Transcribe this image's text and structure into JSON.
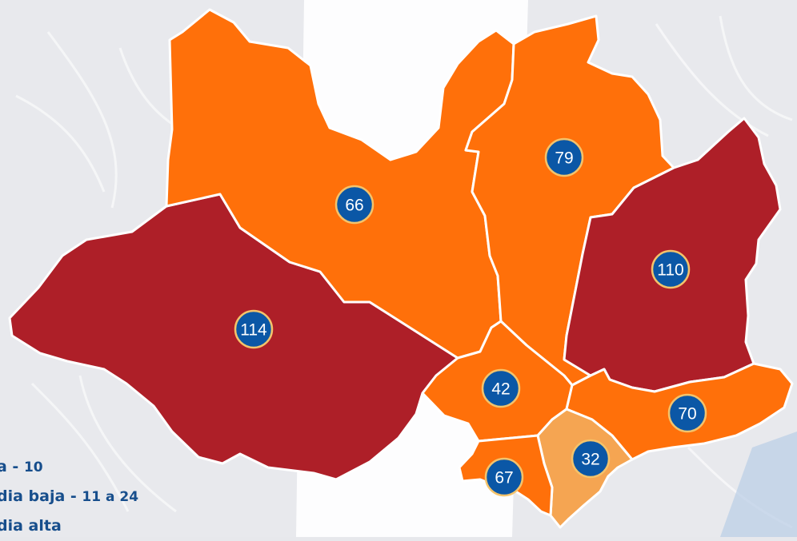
{
  "colors": {
    "high": "#ae1f28",
    "medium_high": "#ff700a",
    "medium_low": "#f5a552",
    "badge": "#0b57a6",
    "badge_ring": "#f4c36b",
    "legend_text": "#174e8c"
  },
  "regions": [
    {
      "id": "north-west",
      "value": "66",
      "level": "medium_high"
    },
    {
      "id": "north",
      "value": "79",
      "level": "medium_high"
    },
    {
      "id": "east",
      "value": "110",
      "level": "high"
    },
    {
      "id": "west",
      "value": "114",
      "level": "high"
    },
    {
      "id": "center",
      "value": "42",
      "level": "medium_high"
    },
    {
      "id": "south-east",
      "value": "70",
      "level": "medium_high"
    },
    {
      "id": "south",
      "value": "32",
      "level": "medium_low"
    },
    {
      "id": "south-west",
      "value": "67",
      "level": "medium_high"
    }
  ],
  "legend": [
    {
      "label": "a - ",
      "range": "10"
    },
    {
      "label": "dia baja - ",
      "range": "11 a 24"
    },
    {
      "label": "dia alta",
      "range": ""
    }
  ]
}
